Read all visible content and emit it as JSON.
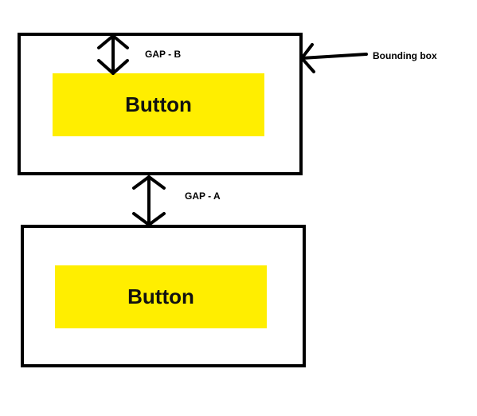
{
  "diagram": {
    "top_box": {
      "button_label": "Button"
    },
    "bottom_box": {
      "button_label": "Button"
    },
    "labels": {
      "gap_b": "GAP - B",
      "gap_a": "GAP - A",
      "bounding_box": "Bounding box"
    },
    "colors": {
      "button_fill": "#ffee00",
      "outline": "#000000",
      "background": "#ffffff"
    },
    "icons": {
      "gap_b_arrow": "double-headed-vertical-arrow",
      "gap_a_arrow": "double-headed-vertical-arrow",
      "bounding_box_pointer": "left-pointing-arrow"
    }
  }
}
